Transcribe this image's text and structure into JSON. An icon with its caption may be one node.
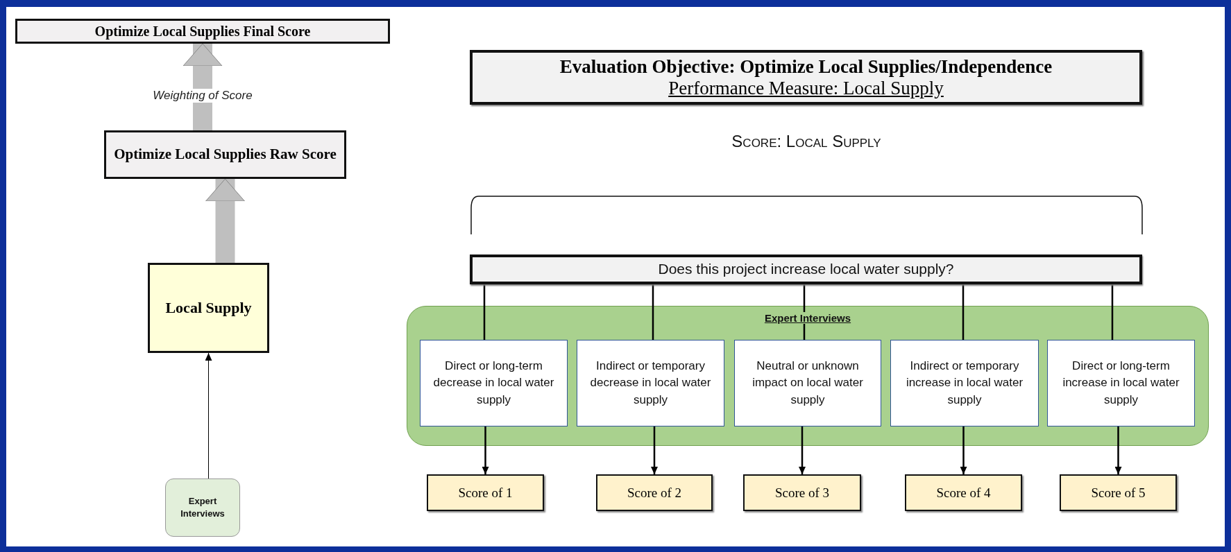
{
  "diagram": {
    "nodes": [
      {
        "text": [
          "Optimize Local Supplies Final Score"
        ]
      },
      {
        "text": [
          "Optimize Local Supplies Raw Score"
        ]
      },
      {
        "text": [
          "Local Supply"
        ]
      },
      {
        "text": [
          "Expert Interviews"
        ]
      },
      {
        "text": [
          "Evaluation Objective: Optimize Local Supplies/Independence",
          "Performance Measure: Local Supply"
        ]
      },
      {
        "text": [
          "Does this project increase local water supply?"
        ]
      },
      {
        "text": [
          "Expert Interviews"
        ]
      },
      {
        "text": [
          "Direct or long-term decrease in local water supply"
        ],
        "in": 6
      },
      {
        "text": [
          "Indirect or temporary decrease in local water supply"
        ],
        "in": 6
      },
      {
        "text": [
          "Neutral or unknown impact on local water supply"
        ],
        "in": 6
      },
      {
        "text": [
          "Indirect or temporary increase in local water supply"
        ],
        "in": 6
      },
      {
        "text": [
          "Direct or long-term increase in local water supply"
        ],
        "in": 6
      },
      {
        "text": [
          "Score of 1"
        ]
      },
      {
        "text": [
          "Score of 2"
        ]
      },
      {
        "text": [
          "Score of 3"
        ]
      },
      {
        "text": [
          "Score of 4"
        ]
      },
      {
        "text": [
          "Score of 5"
        ]
      }
    ],
    "edges": [
      {
        "from": 1,
        "to": 0,
        "arrow": "to",
        "label": "Weighting of Score",
        "style": "thick",
        "color": "#bfbfbf"
      },
      {
        "from": 2,
        "to": 1,
        "arrow": "to",
        "style": "thick",
        "color": "#bfbfbf"
      },
      {
        "from": 3,
        "to": 2,
        "arrow": "to"
      },
      {
        "from": 5,
        "to": 7,
        "arrow": "none"
      },
      {
        "from": 5,
        "to": 8,
        "arrow": "none"
      },
      {
        "from": 5,
        "to": 9,
        "arrow": "none"
      },
      {
        "from": 5,
        "to": 10,
        "arrow": "none"
      },
      {
        "from": 5,
        "to": 11,
        "arrow": "none"
      },
      {
        "from": 7,
        "to": 12,
        "arrow": "to"
      },
      {
        "from": 8,
        "to": 13,
        "arrow": "to"
      },
      {
        "from": 9,
        "to": 14,
        "arrow": "to"
      },
      {
        "from": 10,
        "to": 15,
        "arrow": "to"
      },
      {
        "from": 11,
        "to": 16,
        "arrow": "to"
      }
    ],
    "labels": [
      "Score: Local Supply"
    ]
  }
}
